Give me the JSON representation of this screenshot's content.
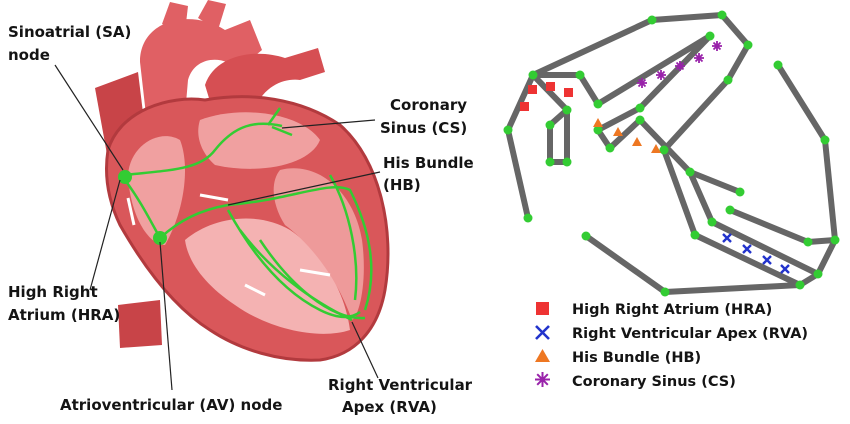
{
  "heart_labels": {
    "sa_node_line1": "Sinoatrial (SA)",
    "sa_node_line2": "node",
    "cs_line1": "Coronary",
    "cs_line2": "Sinus (CS)",
    "hb_line1": "His Bundle",
    "hb_line2": "(HB)",
    "hra_line1": "High Right",
    "hra_line2": "Atrium (HRA)",
    "av_node": "Atrioventricular (AV) node",
    "rva_line1": "Right Ventricular",
    "rva_line2": "Apex (RVA)"
  },
  "legend": [
    {
      "key": "hra",
      "label": "High Right Atrium (HRA)",
      "marker": "square",
      "color": "#ee3333"
    },
    {
      "key": "rva",
      "label": "Right Ventricular Apex (RVA)",
      "marker": "cross",
      "color": "#2233cc"
    },
    {
      "key": "hb",
      "label": "His Bundle (HB)",
      "marker": "triangle",
      "color": "#ee7722"
    },
    {
      "key": "cs",
      "label": "Coronary Sinus (CS)",
      "marker": "asterisk",
      "color": "#9922aa"
    }
  ],
  "colors": {
    "heart_tissue": "#d9575a",
    "heart_light": "#f0a0a0",
    "conduction": "#33cc33",
    "graph_edge": "#666666",
    "graph_node": "#33cc33"
  }
}
